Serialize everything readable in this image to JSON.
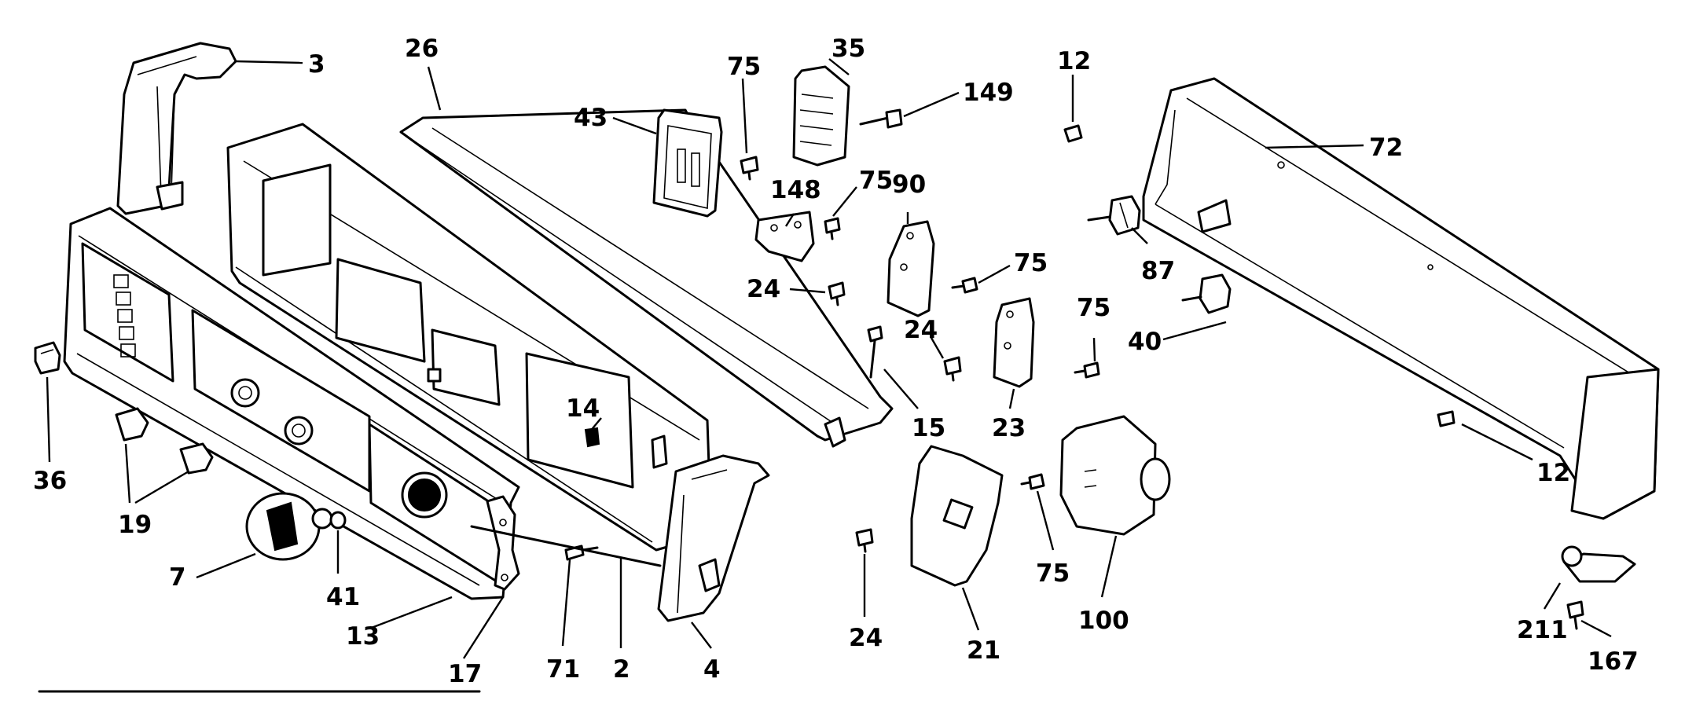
{
  "title": "",
  "callouts": [
    {
      "id": "c3",
      "text": "3"
    },
    {
      "id": "c26",
      "text": "26"
    },
    {
      "id": "c43",
      "text": "43"
    },
    {
      "id": "c75a",
      "text": "75"
    },
    {
      "id": "c35",
      "text": "35"
    },
    {
      "id": "c149",
      "text": "149"
    },
    {
      "id": "c12a",
      "text": "12"
    },
    {
      "id": "c72",
      "text": "72"
    },
    {
      "id": "c148",
      "text": "148"
    },
    {
      "id": "c75b",
      "text": "75"
    },
    {
      "id": "c90",
      "text": "90"
    },
    {
      "id": "c87",
      "text": "87"
    },
    {
      "id": "c24a",
      "text": "24"
    },
    {
      "id": "c75c",
      "text": "75"
    },
    {
      "id": "c40",
      "text": "40"
    },
    {
      "id": "c24b",
      "text": "24"
    },
    {
      "id": "c75d",
      "text": "75"
    },
    {
      "id": "c14",
      "text": "14"
    },
    {
      "id": "c15",
      "text": "15"
    },
    {
      "id": "c23",
      "text": "23"
    },
    {
      "id": "c12b",
      "text": "12"
    },
    {
      "id": "c36",
      "text": "36"
    },
    {
      "id": "c19",
      "text": "19"
    },
    {
      "id": "c7",
      "text": "7"
    },
    {
      "id": "c41",
      "text": "41"
    },
    {
      "id": "c13",
      "text": "13"
    },
    {
      "id": "c17",
      "text": "17"
    },
    {
      "id": "c71",
      "text": "71"
    },
    {
      "id": "c2",
      "text": "2"
    },
    {
      "id": "c4",
      "text": "4"
    },
    {
      "id": "c24c",
      "text": "24"
    },
    {
      "id": "c21",
      "text": "21"
    },
    {
      "id": "c75e",
      "text": "75"
    },
    {
      "id": "c100",
      "text": "100"
    },
    {
      "id": "c211",
      "text": "211"
    },
    {
      "id": "c167",
      "text": "167"
    }
  ]
}
